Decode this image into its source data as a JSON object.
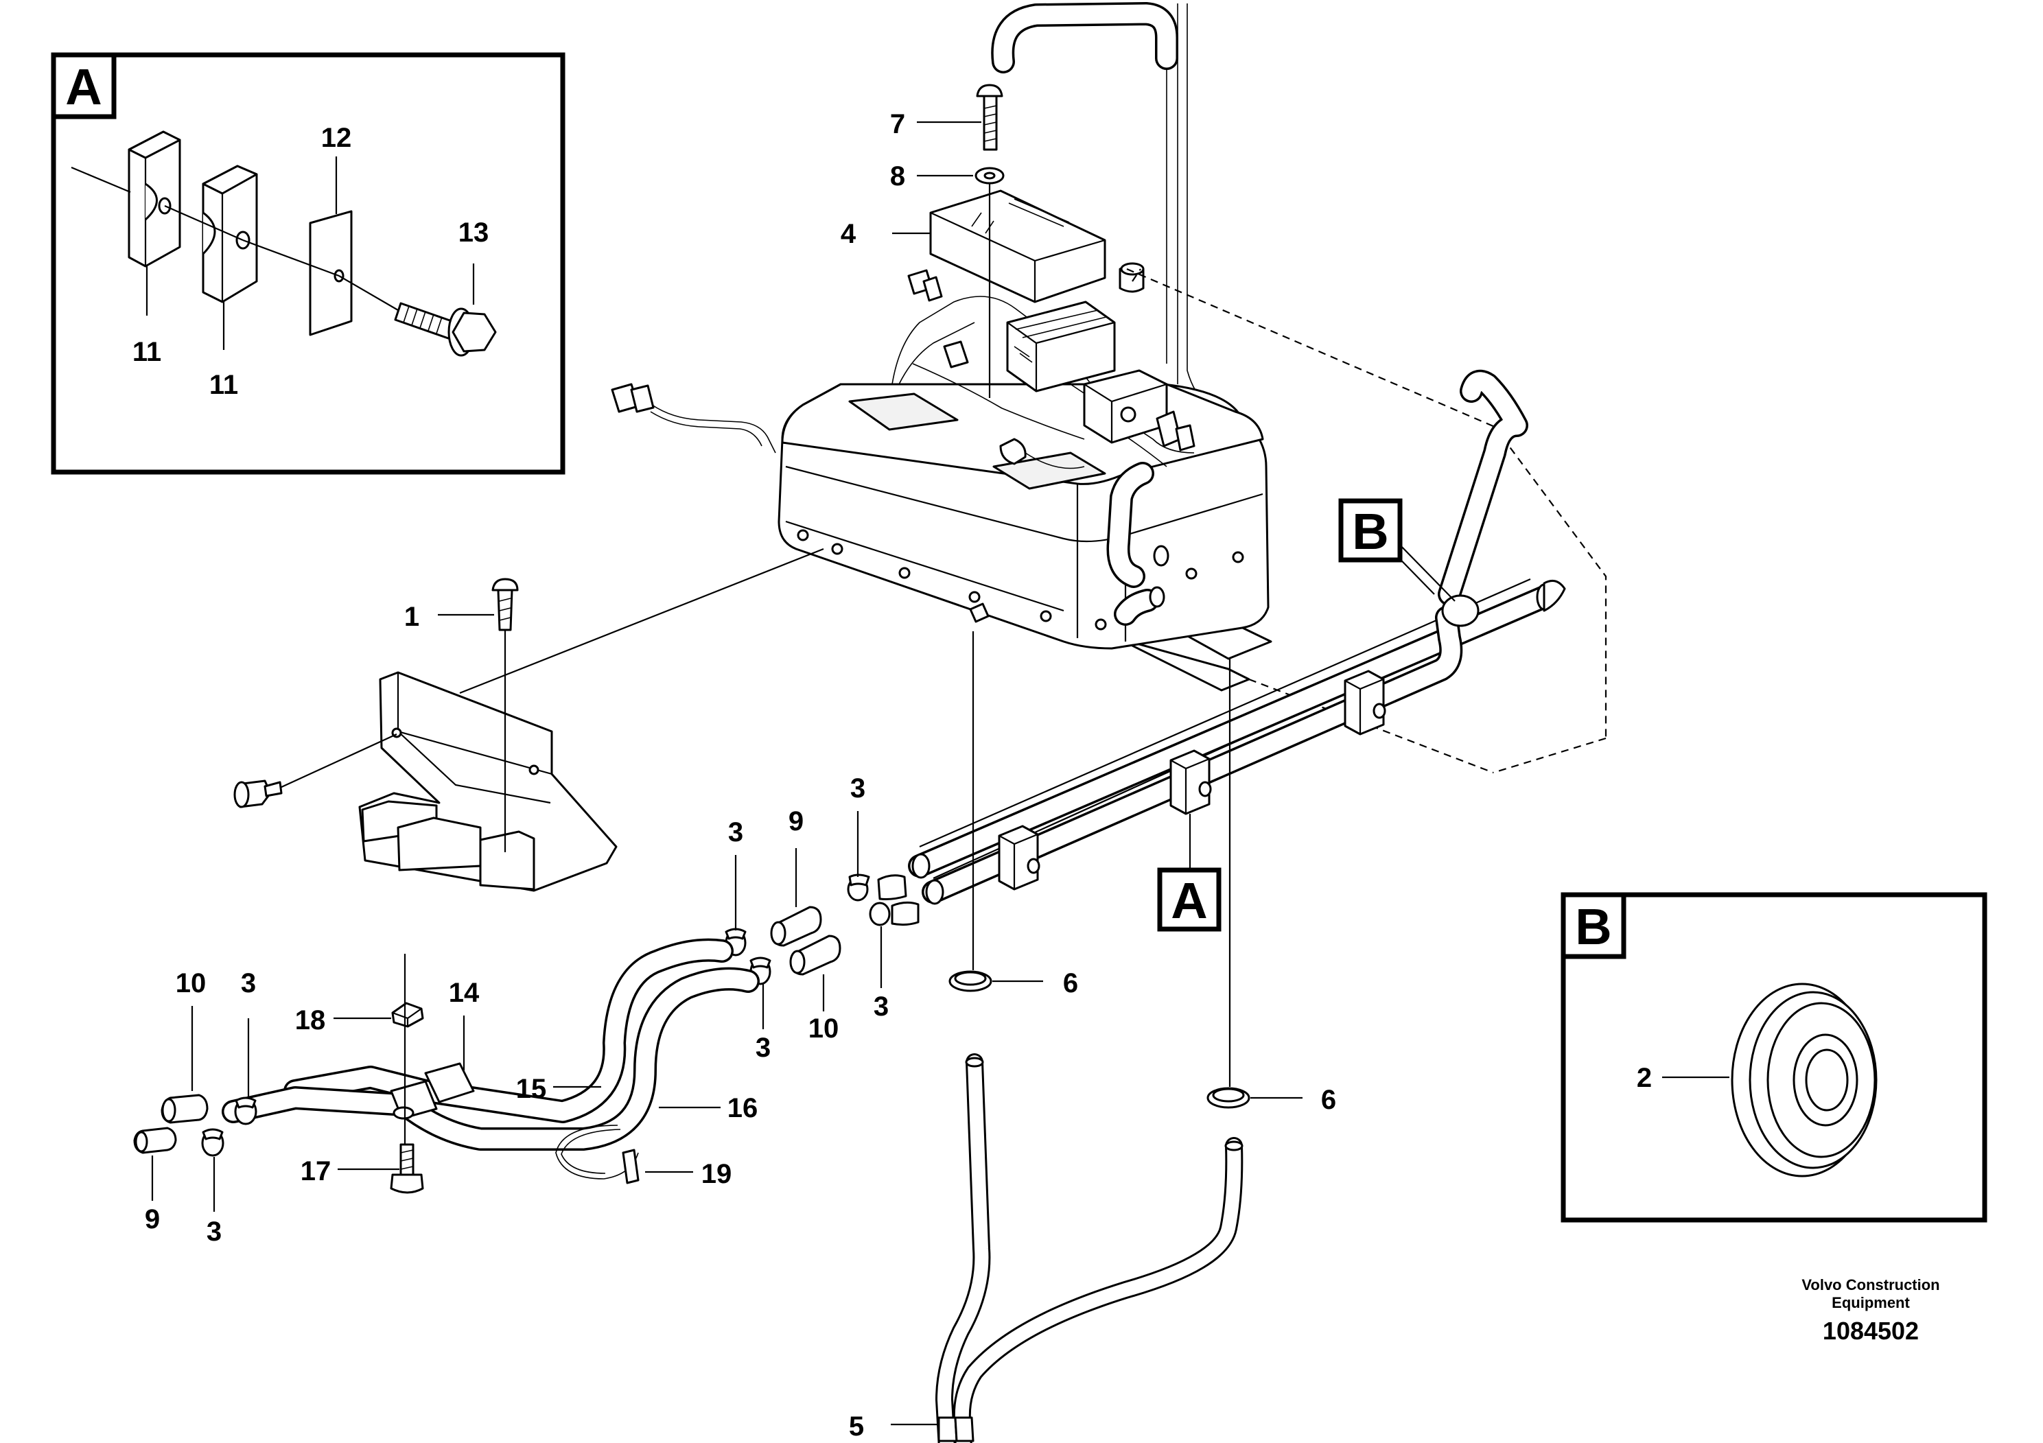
{
  "callouts": {
    "c1": "1",
    "c2": "2",
    "c3a": "3",
    "c3b": "3",
    "c3c": "3",
    "c3d": "3",
    "c3e": "3",
    "c3f": "3",
    "c4": "4",
    "c5": "5",
    "c6a": "6",
    "c6b": "6",
    "c7": "7",
    "c8": "8",
    "c9a": "9",
    "c9b": "9",
    "c10a": "10",
    "c10b": "10",
    "c11a": "11",
    "c11b": "11",
    "c12": "12",
    "c13": "13",
    "c14": "14",
    "c15": "15",
    "c16": "16",
    "c17": "17",
    "c18": "18",
    "c19": "19"
  },
  "detail_boxes": {
    "a_label": "A",
    "b_label": "B",
    "a_ref": "A",
    "b_ref": "B"
  },
  "footer": {
    "company_line1": "Volvo Construction",
    "company_line2": "Equipment",
    "drawing_number": "1084502"
  }
}
